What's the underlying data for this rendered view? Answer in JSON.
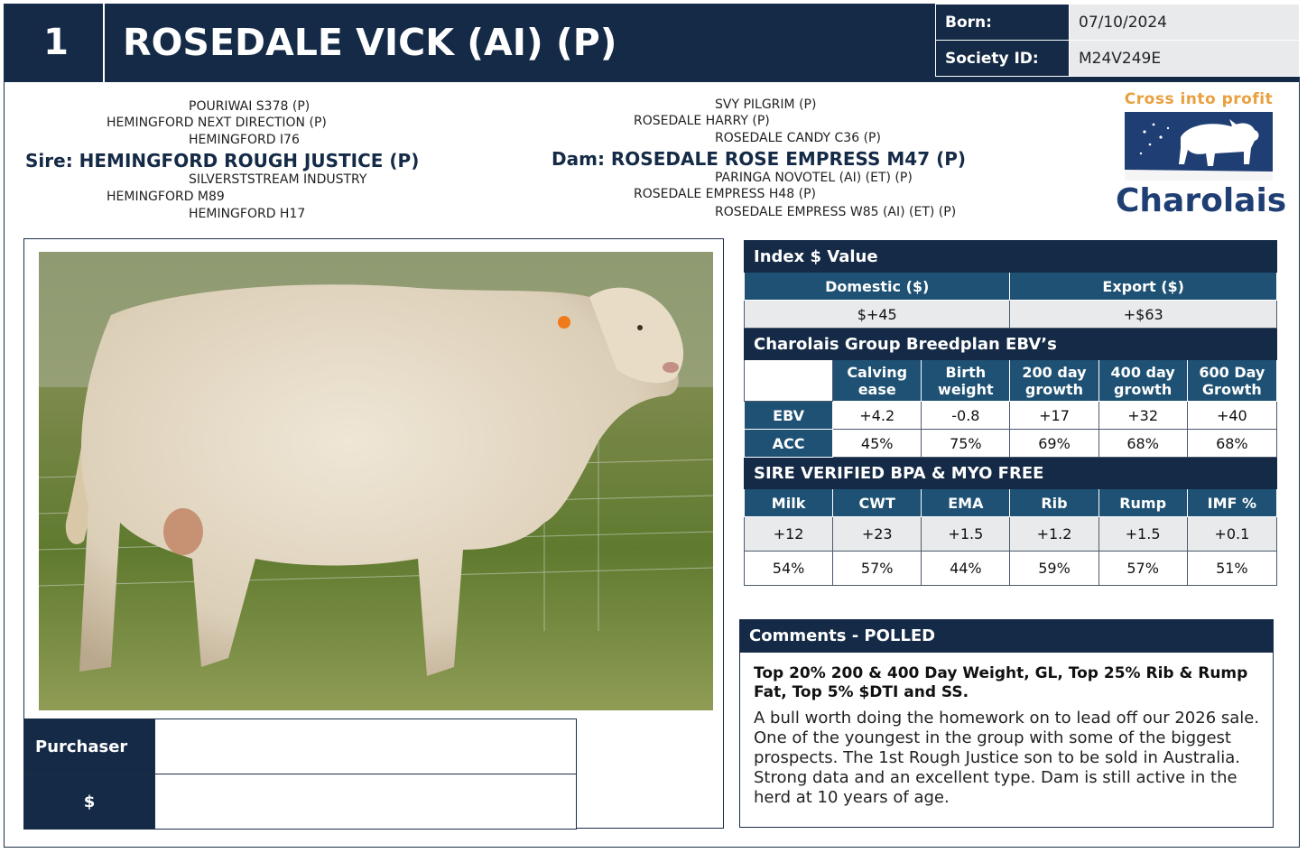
{
  "header": {
    "lot_number": "1",
    "animal_name": "ROSEDALE VICK (AI) (P)",
    "born_label": "Born:",
    "born_value": "07/10/2024",
    "society_label": "Society ID:",
    "society_value": "M24V249E"
  },
  "pedigree": {
    "sire_side": {
      "sire_sire": "POURIWAI S378 (P)",
      "sire_grandsire": "HEMINGFORD NEXT DIRECTION (P)",
      "sire_granddam": "HEMINGFORD I76",
      "sire": "Sire: HEMINGFORD ROUGH JUSTICE (P)",
      "dam_sire": "SILVERSTSTREAM INDUSTRY",
      "dam": "HEMINGFORD M89",
      "dam_dam": "HEMINGFORD H17"
    },
    "dam_side": {
      "sire_sire": "SVY PILGRIM (P)",
      "sire_grandsire": "ROSEDALE HARRY (P)",
      "sire_granddam": "ROSEDALE CANDY C36 (P)",
      "dam": "Dam: ROSEDALE ROSE EMPRESS M47 (P)",
      "dam_sire": "PARINGA NOVOTEL (AI) (ET) (P)",
      "dam_dam": "ROSEDALE EMPRESS H48 (P)",
      "dam_dam_dam": "ROSEDALE EMPRESS W85 (AI) (ET) (P)"
    }
  },
  "logo": {
    "tagline": "Cross into profit",
    "word": "Charolais"
  },
  "purchase": {
    "purchaser_label": "Purchaser",
    "price_label": "$"
  },
  "index": {
    "title": "Index $ Value",
    "headers": [
      "Domestic ($)",
      "Export ($)"
    ],
    "values": [
      "$+45",
      "+$63"
    ]
  },
  "ebv": {
    "title": "Charolais Group Breedplan EBV’s",
    "headers": [
      "Calving ease",
      "Birth weight",
      "200 day growth",
      "400 day growth",
      "600 Day Growth"
    ],
    "rows": [
      {
        "label": "EBV",
        "values": [
          "+4.2",
          "-0.8",
          "+17",
          "+32",
          "+40"
        ]
      },
      {
        "label": "ACC",
        "values": [
          "45%",
          "75%",
          "69%",
          "68%",
          "68%"
        ]
      }
    ]
  },
  "carcase": {
    "title": "SIRE VERIFIED BPA & MYO FREE",
    "headers": [
      "Milk",
      "CWT",
      "EMA",
      "Rib",
      "Rump",
      "IMF %"
    ],
    "rows": [
      [
        "+12",
        "+23",
        "+1.5",
        "+1.2",
        "+1.5",
        "+0.1"
      ],
      [
        "54%",
        "57%",
        "44%",
        "59%",
        "57%",
        "51%"
      ]
    ]
  },
  "comments": {
    "title": "Comments - POLLED",
    "highlight": "Top 20% 200 & 400 Day Weight, GL, Top 25% Rib & Rump Fat, Top 5% $DTI and SS.",
    "body": "A bull worth doing the homework on to lead off our 2026 sale. One of the youngest in the group with some of the biggest prospects. The 1st Rough Justice son to be sold in Australia. Strong data and an excellent type. Dam is still active in the herd at 10 years of age."
  },
  "colors": {
    "navy": "#142a46",
    "steel_blue": "#1e5173",
    "logo_orange": "#e9a03f",
    "logo_blue": "#1f3f74"
  }
}
